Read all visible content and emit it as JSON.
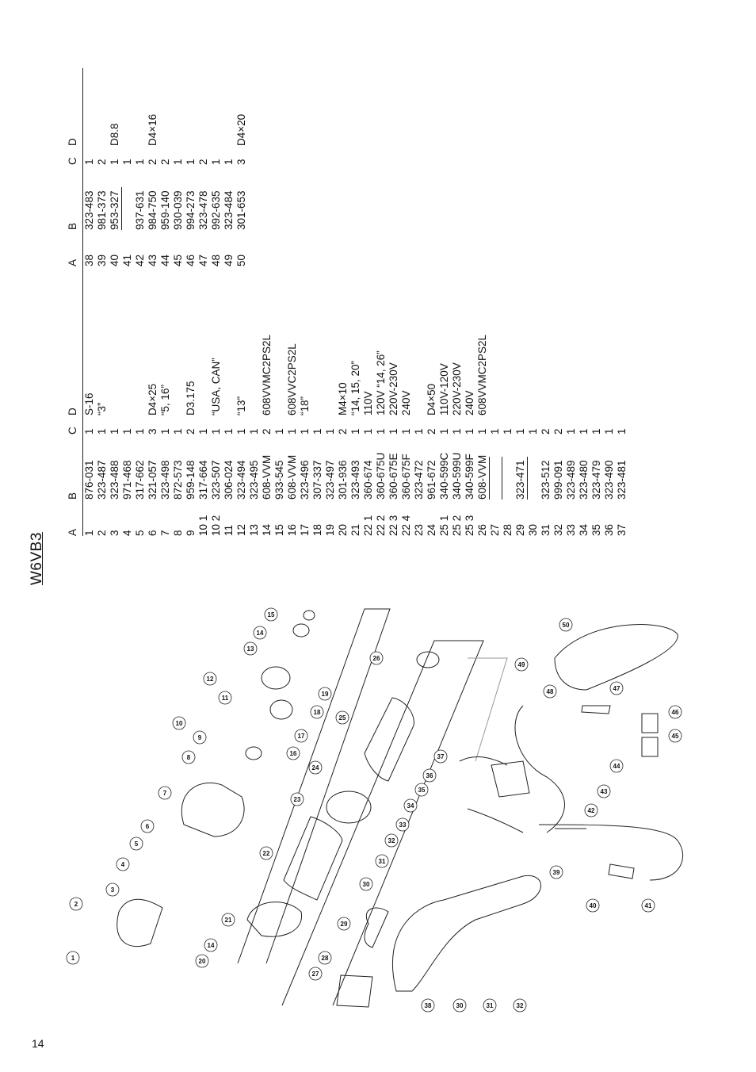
{
  "page": {
    "title": "W6VB3",
    "page_number": "14"
  },
  "columns": {
    "a": "A",
    "b": "B",
    "c": "C",
    "d": "D"
  },
  "table_left": [
    {
      "a": "1",
      "b": "876-031",
      "c": "1",
      "d": "S-16"
    },
    {
      "a": "2",
      "b": "323-487",
      "c": "1",
      "d": "“3”"
    },
    {
      "a": "3",
      "b": "323-488",
      "c": "1",
      "d": ""
    },
    {
      "a": "4",
      "b": "971-468",
      "c": "1",
      "d": ""
    },
    {
      "a": "5",
      "b": "317-662",
      "c": "1",
      "d": ""
    },
    {
      "a": "6",
      "b": "321-057",
      "c": "3",
      "d": "D4×25"
    },
    {
      "a": "7",
      "b": "323-498",
      "c": "1",
      "d": "“5, 16”"
    },
    {
      "a": "8",
      "b": "872-573",
      "c": "1",
      "d": ""
    },
    {
      "a": "9",
      "b": "959-148",
      "c": "2",
      "d": "D3.175"
    },
    {
      "a": "10 1",
      "b": "317-664",
      "c": "1",
      "d": ""
    },
    {
      "a": "10 2",
      "b": "323-507",
      "c": "1",
      "d": "“USA, CAN”"
    },
    {
      "a": "11",
      "b": "306-024",
      "c": "1",
      "d": ""
    },
    {
      "a": "12",
      "b": "323-494",
      "c": "1",
      "d": "“13”"
    },
    {
      "a": "13",
      "b": "323-495",
      "c": "1",
      "d": ""
    },
    {
      "a": "14",
      "b": "608-VVM",
      "c": "2",
      "d": "608VVMC2PS2L"
    },
    {
      "a": "15",
      "b": "933-545",
      "c": "1",
      "d": ""
    },
    {
      "a": "16",
      "b": "608-VVM",
      "c": "1",
      "d": "608VVC2PS2L"
    },
    {
      "a": "17",
      "b": "323-496",
      "c": "1",
      "d": "“18”"
    },
    {
      "a": "18",
      "b": "307-337",
      "c": "1",
      "d": ""
    },
    {
      "a": "19",
      "b": "323-497",
      "c": "1",
      "d": ""
    },
    {
      "a": "20",
      "b": "301-936",
      "c": "2",
      "d": "M4×10"
    },
    {
      "a": "21",
      "b": "323-493",
      "c": "1",
      "d": "“14, 15, 20”"
    },
    {
      "a": "22 1",
      "b": "360-674",
      "c": "1",
      "d": "110V"
    },
    {
      "a": "22 2",
      "b": "360-675U",
      "c": "1",
      "d": "120V “14, 26”"
    },
    {
      "a": "22 3",
      "b": "360-675E",
      "c": "1",
      "d": "220V-230V"
    },
    {
      "a": "22 4",
      "b": "360-675F",
      "c": "1",
      "d": "240V"
    },
    {
      "a": "23",
      "b": "323-472",
      "c": "1",
      "d": ""
    },
    {
      "a": "24",
      "b": "961-672",
      "c": "2",
      "d": "D4×50"
    },
    {
      "a": "25 1",
      "b": "340-599C",
      "c": "1",
      "d": "110V-120V"
    },
    {
      "a": "25 2",
      "b": "340-599U",
      "c": "1",
      "d": "220V-230V"
    },
    {
      "a": "25 3",
      "b": "340-599F",
      "c": "1",
      "d": "240V"
    },
    {
      "a": "26",
      "b": "608-VVM",
      "c": "1",
      "d": "608VVMC2PS2L"
    },
    {
      "a": "27",
      "b": "",
      "c": "1",
      "d": ""
    },
    {
      "a": "28",
      "b": "",
      "c": "1",
      "d": ""
    },
    {
      "a": "29",
      "b": "323-471",
      "c": "1",
      "d": ""
    },
    {
      "a": "30",
      "b": "",
      "c": "1",
      "d": ""
    },
    {
      "a": "31",
      "b": "323-512",
      "c": "2",
      "d": ""
    },
    {
      "a": "32",
      "b": "999-091",
      "c": "2",
      "d": ""
    },
    {
      "a": "33",
      "b": "323-489",
      "c": "1",
      "d": ""
    },
    {
      "a": "34",
      "b": "323-480",
      "c": "1",
      "d": ""
    },
    {
      "a": "35",
      "b": "323-479",
      "c": "1",
      "d": ""
    },
    {
      "a": "36",
      "b": "323-490",
      "c": "1",
      "d": ""
    },
    {
      "a": "37",
      "b": "323-481",
      "c": "1",
      "d": ""
    }
  ],
  "table_right": [
    {
      "a": "38",
      "b": "323-483",
      "c": "1",
      "d": ""
    },
    {
      "a": "39",
      "b": "981-373",
      "c": "2",
      "d": ""
    },
    {
      "a": "40",
      "b": "953-327",
      "c": "1",
      "d": "D8.8"
    },
    {
      "a": "41",
      "b": "",
      "c": "1",
      "d": ""
    },
    {
      "a": "42",
      "b": "937-631",
      "c": "1",
      "d": ""
    },
    {
      "a": "43",
      "b": "984-750",
      "c": "2",
      "d": "D4×16"
    },
    {
      "a": "44",
      "b": "959-140",
      "c": "2",
      "d": ""
    },
    {
      "a": "45",
      "b": "930-039",
      "c": "1",
      "d": ""
    },
    {
      "a": "46",
      "b": "994-273",
      "c": "1",
      "d": ""
    },
    {
      "a": "47",
      "b": "323-478",
      "c": "2",
      "d": ""
    },
    {
      "a": "48",
      "b": "992-635",
      "c": "1",
      "d": ""
    },
    {
      "a": "49",
      "b": "323-484",
      "c": "1",
      "d": ""
    },
    {
      "a": "50",
      "b": "301-653",
      "c": "3",
      "d": "D4×20"
    }
  ],
  "diagram": {
    "callouts": [
      "1",
      "2",
      "3",
      "4",
      "5",
      "6",
      "7",
      "8",
      "9",
      "10",
      "11",
      "12",
      "13",
      "14",
      "15",
      "14",
      "16",
      "17",
      "18",
      "19",
      "20",
      "21",
      "22",
      "23",
      "24",
      "25",
      "26",
      "27",
      "28",
      "29",
      "30",
      "31",
      "32",
      "33",
      "34",
      "35",
      "36",
      "37",
      "38",
      "30",
      "31",
      "32",
      "39",
      "40",
      "41",
      "42",
      "43",
      "44",
      "45",
      "46",
      "47",
      "48",
      "49",
      "50"
    ]
  }
}
